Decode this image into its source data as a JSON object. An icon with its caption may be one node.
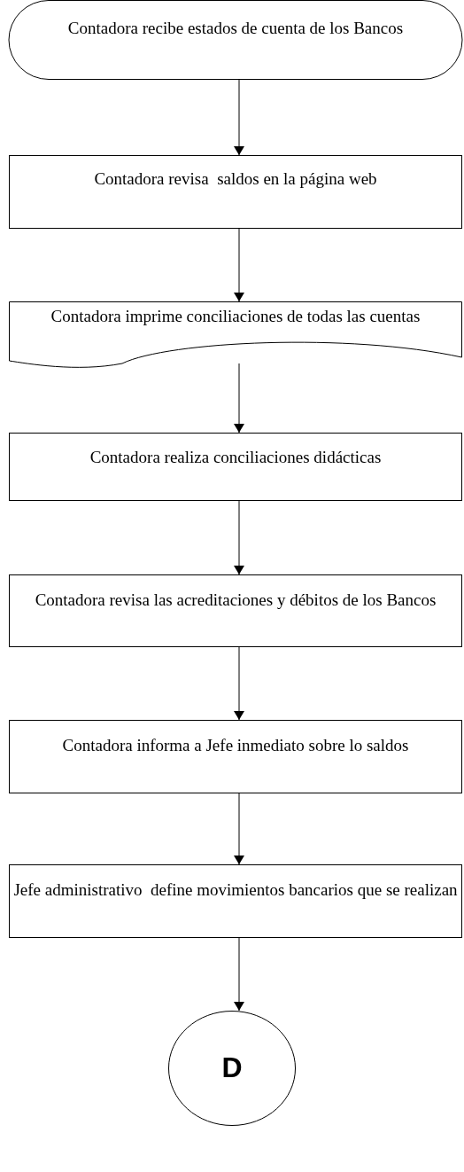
{
  "diagram": {
    "nodes": [
      {
        "text": [
          "Contadora recibe estados de cuenta de los Bancos"
        ]
      },
      {
        "text": [
          "Contadora revisa  saldos en la página web"
        ]
      },
      {
        "text": [
          "Contadora imprime conciliaciones de todas las cuentas"
        ]
      },
      {
        "text": [
          "Contadora realiza conciliaciones didácticas"
        ]
      },
      {
        "text": [
          "Contadora revisa las acreditaciones y débitos de los Bancos"
        ]
      },
      {
        "text": [
          "Contadora informa a Jefe inmediato sobre lo saldos"
        ]
      },
      {
        "text": [
          "Jefe administrativo  define movimientos bancarios que se realizan"
        ]
      },
      {
        "text": [
          "D"
        ]
      }
    ],
    "edges": [
      {
        "from": 0,
        "to": 1,
        "arrow": "to"
      },
      {
        "from": 1,
        "to": 2,
        "arrow": "to"
      },
      {
        "from": 2,
        "to": 3,
        "arrow": "to"
      },
      {
        "from": 3,
        "to": 4,
        "arrow": "to"
      },
      {
        "from": 4,
        "to": 5,
        "arrow": "to"
      },
      {
        "from": 5,
        "to": 6,
        "arrow": "to"
      },
      {
        "from": 6,
        "to": 7,
        "arrow": "to"
      }
    ]
  }
}
